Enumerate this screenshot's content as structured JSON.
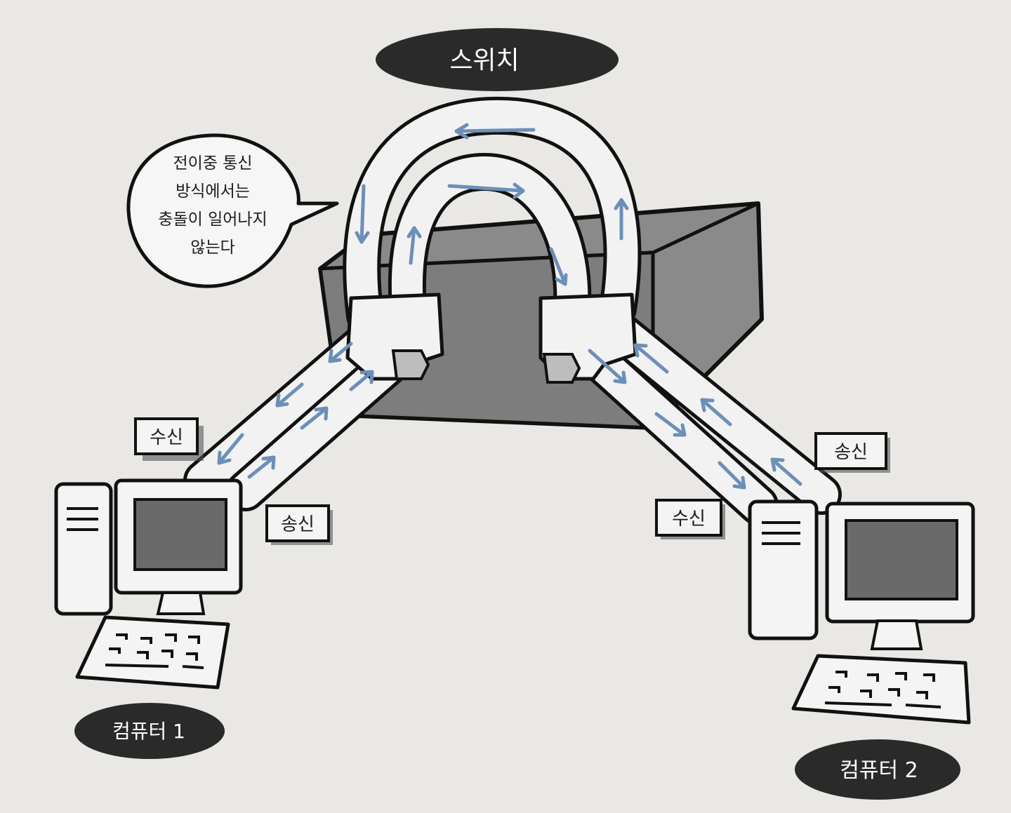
{
  "title_label": "스위치",
  "speech_bubble": {
    "lines": [
      "전이중 통신",
      "방식에서는",
      "충돌이 일어나지",
      "않는다"
    ]
  },
  "computers": [
    {
      "name": "컴퓨터 1",
      "receive_label": "수신",
      "send_label": "송신"
    },
    {
      "name": "컴퓨터 2",
      "receive_label": "수신",
      "send_label": "송신"
    }
  ],
  "colors": {
    "pill_fill": "#2a2a2a",
    "switch_fill": "#8a8a8a",
    "screen_fill": "#6a6a6a",
    "cable_fill": "#f2f2f2",
    "arrow": "#6c8fb8",
    "outline": "#111111"
  }
}
